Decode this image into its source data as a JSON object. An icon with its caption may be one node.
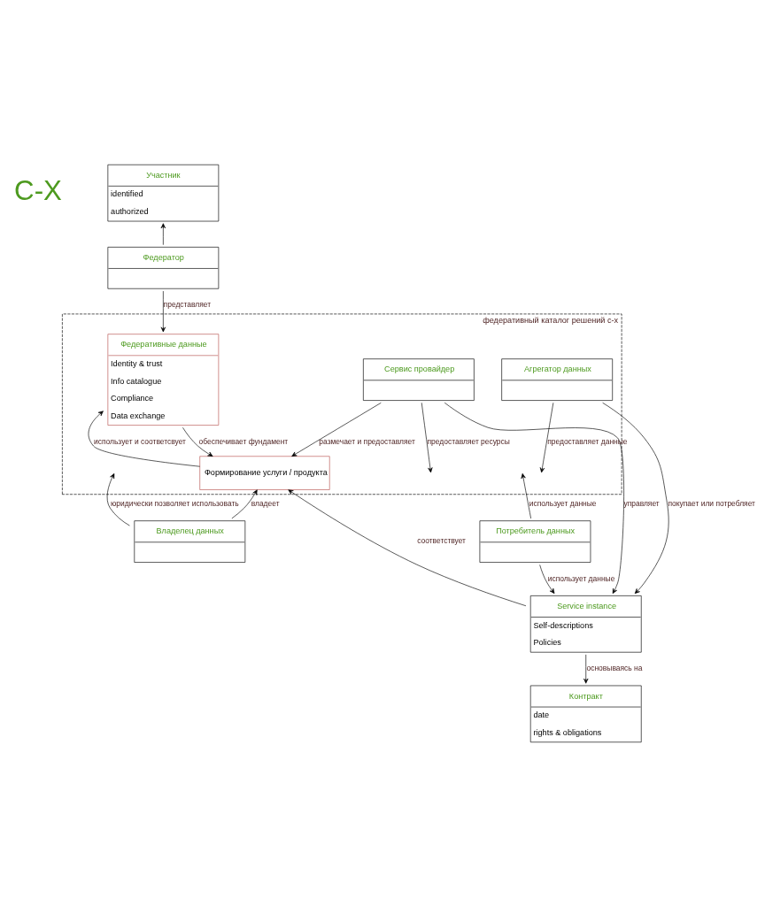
{
  "diagram": {
    "nodes": [
      {
        "text": [
          "Участник",
          "identified",
          "authorized"
        ]
      },
      {
        "text": [
          "Федератор"
        ]
      },
      {
        "text": [
          "федеративный каталог решений с-х"
        ]
      },
      {
        "text": [
          "Сервис провайдер"
        ],
        "in": 2
      },
      {
        "text": [
          "Федеративные данные",
          "Identity & trust",
          "Info catalogue",
          "Compliance",
          "Data exchange"
        ],
        "in": 2
      },
      {
        "text": [
          "Агрегатор данных"
        ],
        "in": 2
      },
      {
        "text": [
          "Формирование услуги / продукта"
        ],
        "in": 2
      },
      {
        "text": [
          "Владелец данных"
        ]
      },
      {
        "text": [
          "Потребитель данных"
        ]
      },
      {
        "text": [
          "Service instance",
          "Self-descriptions",
          "Policies"
        ]
      },
      {
        "text": [
          "Контракт",
          "date",
          "rights & obligations"
        ]
      }
    ],
    "edges": [
      {
        "from": 1,
        "to": 0,
        "arrow": "to"
      },
      {
        "from": 1,
        "to": 4,
        "label": "представляет",
        "arrow": "to"
      },
      {
        "from": 3,
        "to": null,
        "label": "предоставляет ресурсы",
        "arrow": "to"
      },
      {
        "from": 7,
        "to": null,
        "label": "юридически позволяет использовать",
        "arrow": "to"
      },
      {
        "from": 3,
        "to": 6,
        "label": "размечает и предоставляет",
        "arrow": "to"
      },
      {
        "from": 4,
        "to": 6,
        "label": "обеспечивает фундамент",
        "arrow": "to"
      },
      {
        "from": 6,
        "to": 4,
        "label": "использует и соответсвует",
        "arrow": "to"
      },
      {
        "from": 7,
        "to": 6,
        "label": "владеет",
        "arrow": "to"
      },
      {
        "from": 3,
        "to": 9,
        "label": "управляет",
        "arrow": "to"
      },
      {
        "from": 5,
        "to": 9,
        "label": "покупает или потребляет",
        "arrow": "to"
      },
      {
        "from": 5,
        "to": null,
        "label": "предоставляет данные",
        "arrow": "to"
      },
      {
        "from": 8,
        "to": null,
        "label": "использует данные",
        "arrow": "to"
      },
      {
        "from": 9,
        "to": 6,
        "label": "соответствует",
        "arrow": "to"
      },
      {
        "from": 8,
        "to": 9,
        "label": "использует данные",
        "arrow": "to"
      },
      {
        "from": 9,
        "to": 10,
        "label": "основываясь на",
        "arrow": "to"
      }
    ],
    "labels": [
      "С-Х"
    ]
  }
}
